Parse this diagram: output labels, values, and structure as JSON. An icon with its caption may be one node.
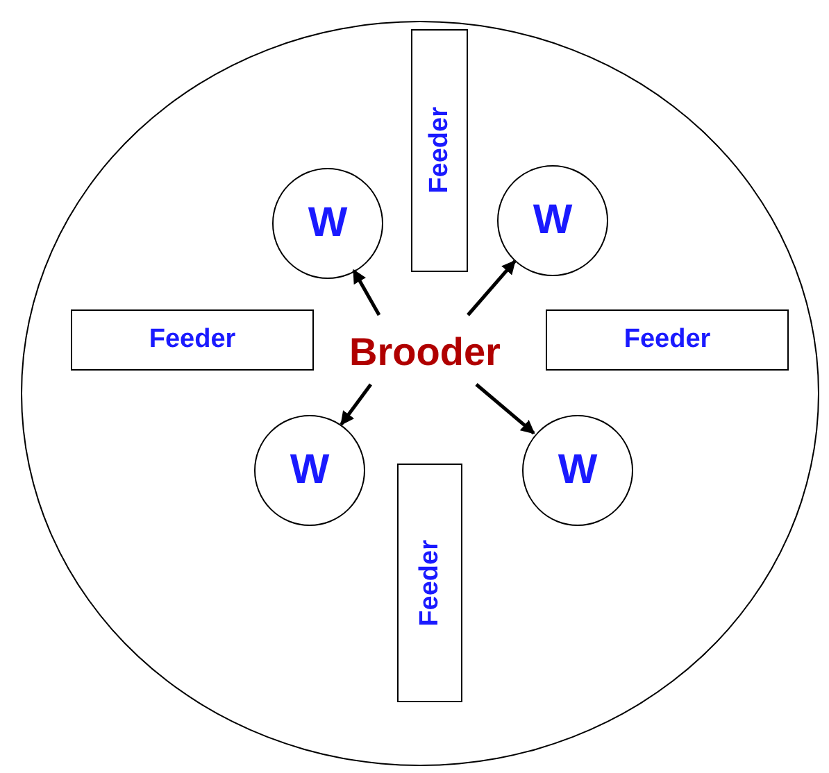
{
  "diagram": {
    "nodes": [
      {
        "text": [],
        "shape": "circle"
      },
      {
        "text": [
          "Feeder"
        ],
        "in": 0
      },
      {
        "text": [
          "W"
        ],
        "in": 0
      },
      {
        "text": [
          "W"
        ],
        "in": 0
      },
      {
        "text": [
          "Feeder"
        ],
        "in": 0
      },
      {
        "text": [
          "Brooder"
        ],
        "in": 0
      },
      {
        "text": [
          "Feeder"
        ],
        "in": 0
      },
      {
        "text": [
          "W"
        ],
        "in": 0
      },
      {
        "text": [
          "W"
        ],
        "in": 0
      },
      {
        "text": [
          "Feeder"
        ],
        "in": 0
      }
    ],
    "edges": [
      {
        "from": 5,
        "to": 2,
        "arrow": "to"
      },
      {
        "from": 5,
        "to": 3,
        "arrow": "to"
      },
      {
        "from": 5,
        "to": 7,
        "arrow": "to"
      },
      {
        "from": 5,
        "to": 8,
        "arrow": "to"
      }
    ]
  }
}
